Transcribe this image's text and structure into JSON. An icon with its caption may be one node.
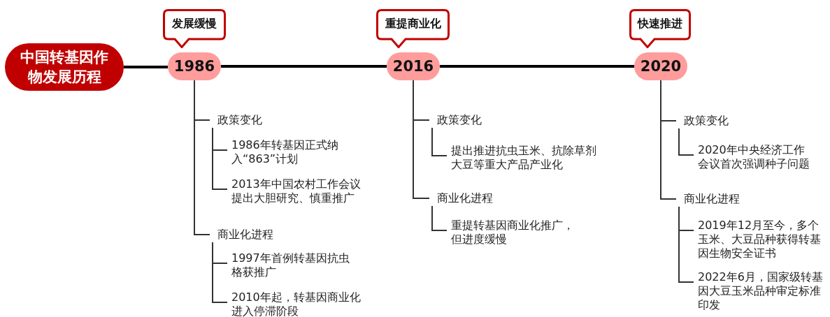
{
  "diagram": {
    "nodes": [
      {
        "text": [
          "中国转基因作物发展历程"
        ]
      },
      {
        "text": [
          "发展缓慢"
        ]
      },
      {
        "text": [
          "1986"
        ]
      },
      {
        "text": [
          "重提商业化"
        ]
      },
      {
        "text": [
          "2016"
        ]
      },
      {
        "text": [
          "快速推进"
        ]
      },
      {
        "text": [
          "2020"
        ]
      },
      {
        "text": [
          "政策变化"
        ]
      },
      {
        "text": [
          "1986年转基因正式纳入“863”计划"
        ]
      },
      {
        "text": [
          "2013年中国农村工作会议提出大胆研究、慎重推广"
        ]
      },
      {
        "text": [
          "商业化进程"
        ]
      },
      {
        "text": [
          "1997年首例转基因抗虫格获推广"
        ]
      },
      {
        "text": [
          "2010年起，转基因商业化进入停滞阶段"
        ]
      },
      {
        "text": [
          "政策变化"
        ]
      },
      {
        "text": [
          "提出推进抗虫玉米、抗除草剂大豆等重大产品产业化"
        ]
      },
      {
        "text": [
          "商业化进程"
        ]
      },
      {
        "text": [
          "重提转基因商业化推广，但进度缓慢"
        ]
      },
      {
        "text": [
          "政策变化"
        ]
      },
      {
        "text": [
          "2020年中央经济工作会议首次强调种子问题"
        ]
      },
      {
        "text": [
          "商业化进程"
        ]
      },
      {
        "text": [
          "2019年12月至今，多个玉米、大豆品种获得转基因生物安全证书"
        ]
      },
      {
        "text": [
          "2022年6月，国家级转基因大豆玉米品种审定标准印发"
        ]
      }
    ],
    "edges": [
      {
        "from": 0,
        "to": 2,
        "arrow": "none",
        "style": "thick"
      },
      {
        "from": 2,
        "to": 4,
        "arrow": "none",
        "style": "thick"
      },
      {
        "from": 4,
        "to": 6,
        "arrow": "none",
        "style": "thick"
      },
      {
        "from": 2,
        "to": 7,
        "arrow": "none"
      },
      {
        "from": 2,
        "to": 10,
        "arrow": "none"
      },
      {
        "from": 7,
        "to": 8,
        "arrow": "none"
      },
      {
        "from": 7,
        "to": 9,
        "arrow": "none"
      },
      {
        "from": 10,
        "to": 11,
        "arrow": "none"
      },
      {
        "from": 10,
        "to": 12,
        "arrow": "none"
      },
      {
        "from": 4,
        "to": 13,
        "arrow": "none"
      },
      {
        "from": 4,
        "to": 15,
        "arrow": "none"
      },
      {
        "from": 13,
        "to": 14,
        "arrow": "none"
      },
      {
        "from": 15,
        "to": 16,
        "arrow": "none"
      },
      {
        "from": 6,
        "to": 17,
        "arrow": "none"
      },
      {
        "from": 6,
        "to": 19,
        "arrow": "none"
      },
      {
        "from": 17,
        "to": 18,
        "arrow": "none"
      },
      {
        "from": 19,
        "to": 20,
        "arrow": "none"
      },
      {
        "from": 19,
        "to": 21,
        "arrow": "none"
      }
    ]
  }
}
